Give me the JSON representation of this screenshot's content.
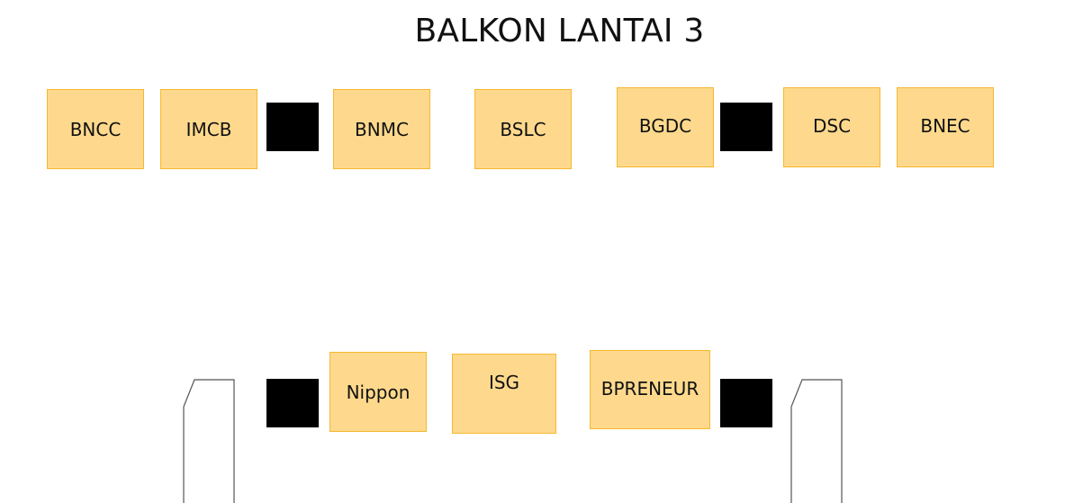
{
  "title": "BALKON LANTAI 3",
  "colors": {
    "booth_fill": "#fed98d",
    "booth_border": "#f5b830",
    "block": "#000000",
    "text": "#111111"
  },
  "top_row": {
    "booths": [
      "BNCC",
      "IMCB",
      "BNMC",
      "BSLC",
      "BGDC",
      "DSC",
      "BNEC"
    ]
  },
  "bottom_row": {
    "booths": [
      "Nippon",
      "ISG",
      "BPRENEUR"
    ]
  }
}
